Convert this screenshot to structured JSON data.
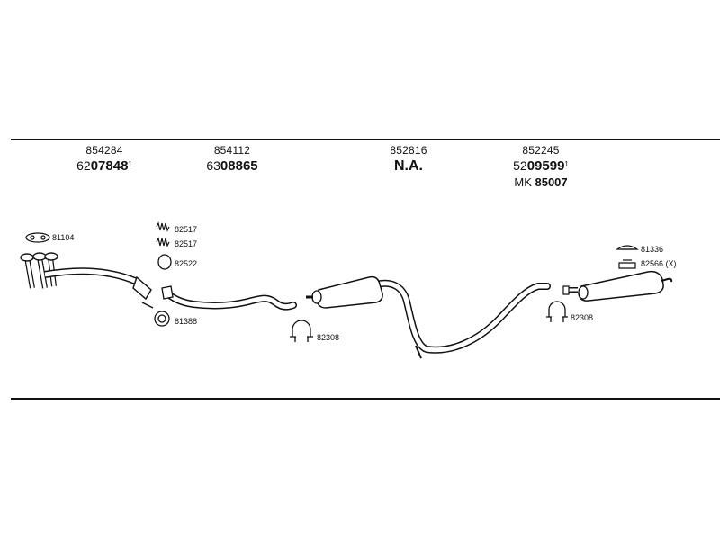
{
  "header_parts": [
    {
      "part_no": "854284",
      "order_prefix": "62",
      "order_main": "07848",
      "order_suffix": "1"
    },
    {
      "part_no": "854112",
      "order_prefix": "63",
      "order_main": "08865",
      "order_suffix": ""
    },
    {
      "part_no": "852816",
      "order_prefix": "",
      "order_main": "N.A.",
      "order_suffix": ""
    },
    {
      "part_no": "852245",
      "order_prefix": "52",
      "order_main": "09599",
      "order_suffix": "1",
      "extra_prefix": "MK",
      "extra_main": "85007"
    }
  ],
  "callouts": {
    "gasket_front": "81104",
    "spring_1": "82517",
    "spring_2": "82517",
    "ring_82522": "82522",
    "ring_81388": "81388",
    "clamp_mid": "82308",
    "rubber_81336": "81336",
    "hanger_82566": "82566 (X)",
    "clamp_rear": "82308"
  },
  "colors": {
    "ink": "#111111",
    "background": "#ffffff"
  }
}
